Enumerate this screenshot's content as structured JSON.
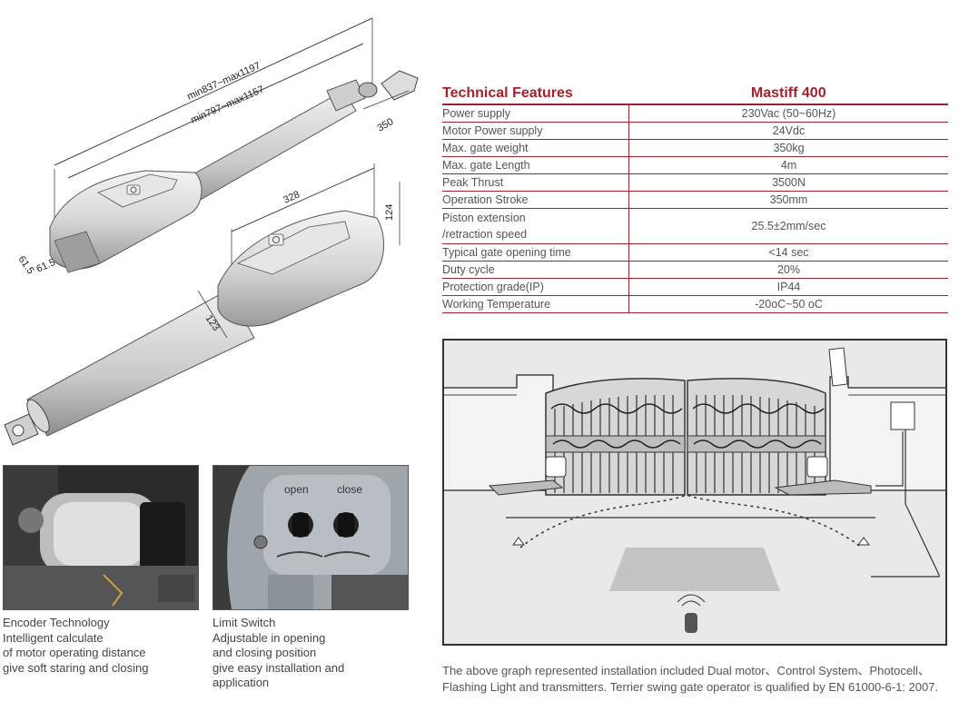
{
  "drawing": {
    "dim_long_max": "min837~max1197",
    "dim_long_min": "min797~max1157",
    "dim_350": "350",
    "dim_328": "328",
    "dim_124": "124",
    "dim_123": "123",
    "dim_61_5_a": "61.5",
    "dim_61_5_b": "61.5"
  },
  "photos": {
    "encoder": {
      "lines": [
        "Encoder Technology",
        "Intelligent calculate",
        "of motor operating distance",
        "give soft staring and closing"
      ]
    },
    "limit": {
      "label_open": "open",
      "label_close": "close",
      "lines": [
        "Limit Switch",
        "Adjustable in opening",
        "and closing position",
        "give easy installation and",
        "application"
      ]
    }
  },
  "spec": {
    "title": "Technical Features",
    "model": "Mastiff 400",
    "rows": [
      {
        "label": "Power supply",
        "value": "230Vac (50~60Hz)"
      },
      {
        "label": "Motor Power supply",
        "value": "24Vdc"
      },
      {
        "label": "Max. gate weight",
        "value": "350kg"
      },
      {
        "label": "Max. gate Length",
        "value": "4m"
      },
      {
        "label": "Peak Thrust",
        "value": "3500N"
      },
      {
        "label": "Operation Stroke",
        "value": "350mm"
      },
      {
        "label": "Piston extension",
        "label2": "/retraction speed",
        "value": "25.5±2mm/sec"
      },
      {
        "label": "Typical gate opening time",
        "value": "<14 sec"
      },
      {
        "label": "Duty cycle",
        "value": "20%"
      },
      {
        "label": "Protection grade(IP)",
        "value": "IP44"
      },
      {
        "label": "Working Temperature",
        "value": "-20oC~50 oC"
      }
    ]
  },
  "note": {
    "line1": "The above graph represented installation included Dual motor、Control System、Photocell、",
    "line2": "Flashing Light and transmitters. Terrier swing gate operator is qualified by EN 61000-6-1: 2007."
  }
}
